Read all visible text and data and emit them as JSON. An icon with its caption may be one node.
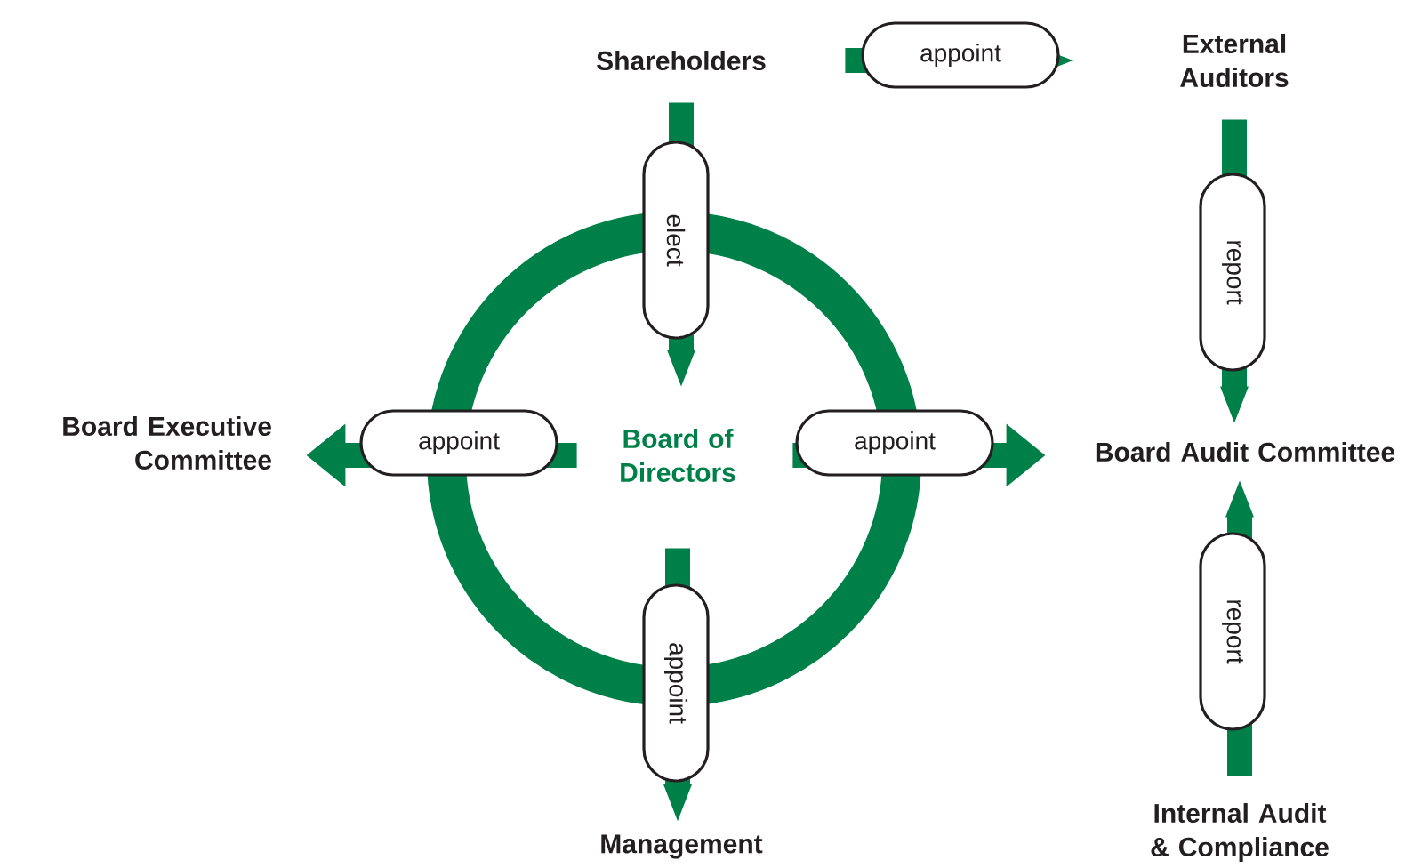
{
  "diagram": {
    "nodes": [
      {
        "text": [
          "Shareholders"
        ]
      },
      {
        "text": [
          "External Auditors"
        ]
      },
      {
        "text": [
          "Board of Directors"
        ]
      },
      {
        "text": [
          "Board Executive Committee"
        ]
      },
      {
        "text": [
          "Board Audit Committee"
        ]
      },
      {
        "text": [
          "Management"
        ]
      },
      {
        "text": [
          "Internal Audit & Compliance"
        ]
      }
    ],
    "edges": [
      {
        "from": 0,
        "to": 1,
        "arrow": "to",
        "label": "appoint"
      },
      {
        "from": 0,
        "to": 2,
        "arrow": "to",
        "label": "elect"
      },
      {
        "from": 1,
        "to": 4,
        "arrow": "to",
        "label": "report"
      },
      {
        "from": 2,
        "to": 3,
        "arrow": "to",
        "label": "appoint"
      },
      {
        "from": 2,
        "to": 4,
        "arrow": "to",
        "label": "appoint"
      },
      {
        "from": 2,
        "to": 5,
        "arrow": "to",
        "label": "appoint"
      },
      {
        "from": 6,
        "to": 4,
        "arrow": "to",
        "label": "report"
      }
    ]
  }
}
